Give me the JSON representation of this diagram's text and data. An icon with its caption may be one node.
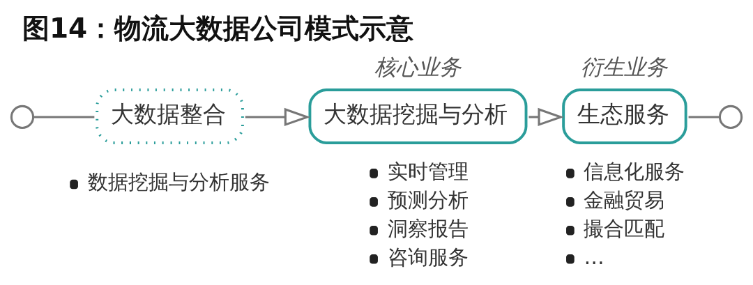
{
  "diagram": {
    "title": "图14：物流大数据公司模式示意",
    "nodes": [
      {
        "text": [],
        "shape": "circle"
      },
      {
        "text": [
          "大数据整合"
        ],
        "beside": [
          "数据挖掘与分析服务"
        ]
      },
      {
        "text": [
          "核心业务",
          "大数据挖掘与分析"
        ],
        "beside": [
          "实时管理",
          "预测分析",
          "洞察报告",
          "咨询服务"
        ]
      },
      {
        "text": [
          "衍生业务",
          "生态服务"
        ],
        "beside": [
          "信息化服务",
          "金融贸易",
          "撮合匹配",
          "…"
        ]
      },
      {
        "text": [],
        "shape": "circle"
      }
    ],
    "edges": [
      {
        "from": 0,
        "to": 1,
        "arrow": "none"
      },
      {
        "from": 1,
        "to": 2,
        "arrow": "to"
      },
      {
        "from": 2,
        "to": 3,
        "arrow": "to"
      },
      {
        "from": 3,
        "to": 4,
        "arrow": "none"
      }
    ]
  }
}
